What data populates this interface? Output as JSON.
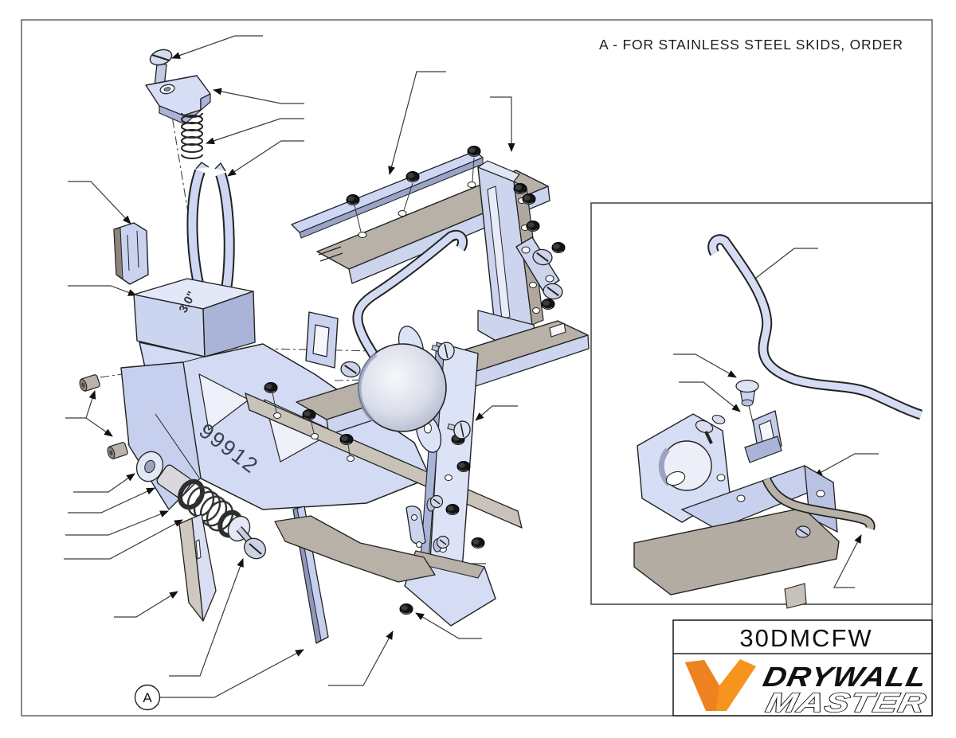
{
  "document": {
    "note": "A - FOR STAINLESS STEEL SKIDS, ORDER",
    "detail_callout": "A",
    "title_block": {
      "model_number": "30DMCFW",
      "brand_line1": "DRYWALL",
      "brand_line2": "MASTER"
    },
    "part_markings": {
      "blade_size": "3.0\"",
      "body_part_number": "99912"
    },
    "colors": {
      "accent_orange": "#F7941D",
      "accent_orange_dark": "#EF8220",
      "part_blue_light": "#dde3f6",
      "part_blue": "#ccd5f0",
      "part_blue_dark": "#a8b2d8",
      "part_taupe": "#b8b1a7",
      "part_taupe_dark": "#938b80",
      "line": "#222222"
    }
  }
}
